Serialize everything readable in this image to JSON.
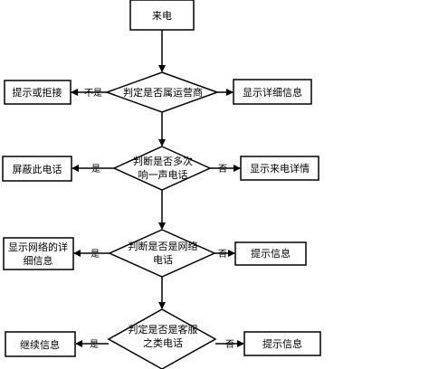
{
  "nodes": {
    "start": "来电",
    "q1": "判定是否属运营商",
    "q1_yes": "提示或拒接",
    "q1_no": "显示详细信息",
    "q2_line1": "判断是否多次",
    "q2_line2": "响一声电话",
    "q2_yes": "屏蔽此电话",
    "q2_no": "显示来电详情",
    "q3_line1": "判断是否是网络",
    "q3_line2": "电话",
    "q3_yes_line1": "显示网络的详",
    "q3_yes_line2": "细信息",
    "q3_no": "提示信息",
    "q4_line1": "判定是否是客服",
    "q4_line2": "之类电话",
    "q4_yes": "继续信息",
    "q4_no": "提示信息"
  },
  "edge_labels": {
    "q1_left": "不是",
    "q2_left": "是",
    "q2_right": "否",
    "q3_left": "是",
    "q3_right": "否",
    "q4_left": "是",
    "q4_right": "否"
  }
}
